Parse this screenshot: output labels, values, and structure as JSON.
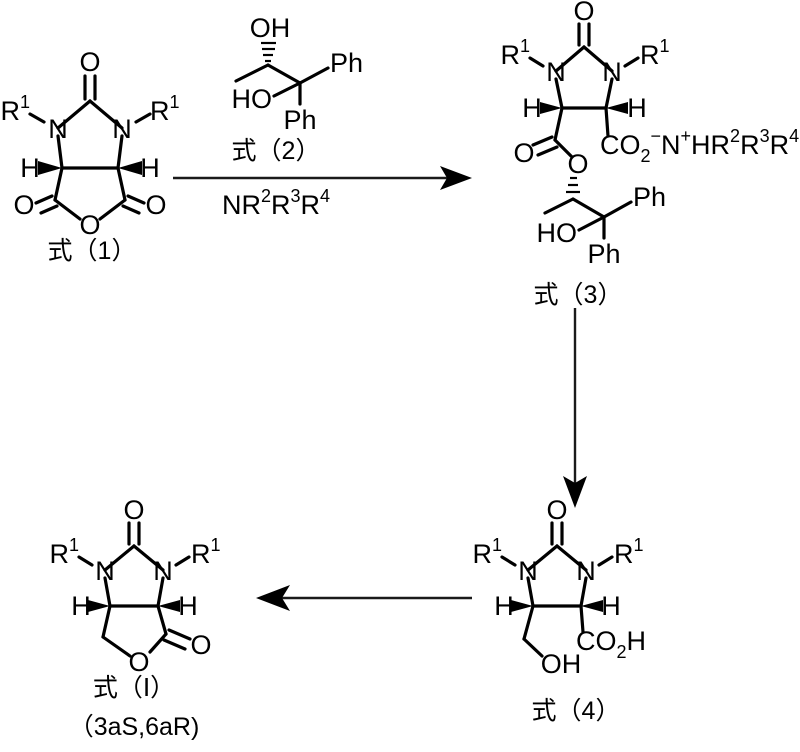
{
  "scheme": {
    "title": "Synthesis scheme for (3aS,6aR) bicyclic lactone",
    "background_color": "#ffffff",
    "line_color": "#000000"
  },
  "structures": {
    "formula1": {
      "caption": "式（1）",
      "name": "bicyclic imidazolidinone anhydride",
      "labels": {
        "r1_left": "R",
        "r1_left_sup": "1",
        "r1_right": "R",
        "r1_right_sup": "1",
        "n_left": "N",
        "n_right": "N",
        "h_left": "H",
        "h_right": "H",
        "o_top": "O",
        "o_left": "O",
        "o_right": "O",
        "o_ring": "O"
      }
    },
    "formula2": {
      "caption": "式（2）",
      "name": "chiral diol reagent",
      "labels": {
        "oh_top": "OH",
        "ho_left": "HO",
        "ph_right": "Ph",
        "ph_bottom": "Ph"
      }
    },
    "formula3": {
      "caption": "式（3）",
      "name": "ammonium carboxylate monoester",
      "labels": {
        "r1_left": "R",
        "r1_left_sup": "1",
        "r1_right": "R",
        "r1_right_sup": "1",
        "n_left": "N",
        "n_right": "N",
        "h_left": "H",
        "h_right": "H",
        "o_top": "O",
        "o_ester_dbl": "O",
        "o_ester": "O",
        "carboxylate": "CO",
        "carboxylate_sub": "2",
        "carboxylate_charge": "−",
        "carboxylate_n": "N",
        "carboxylate_n_charge": "+",
        "carboxylate_tail": "HR",
        "carboxylate_r2": "2",
        "carboxylate_r3b": "R",
        "carboxylate_r3": "3",
        "carboxylate_r4b": "R",
        "carboxylate_r4": "4",
        "ho_left": "HO",
        "ph_right": "Ph",
        "ph_bottom": "Ph"
      }
    },
    "formula4": {
      "caption": "式（4）",
      "name": "hydroxymethyl carboxylic acid",
      "labels": {
        "r1_left": "R",
        "r1_left_sup": "1",
        "r1_right": "R",
        "r1_right_sup": "1",
        "n_left": "N",
        "n_right": "N",
        "h_left": "H",
        "h_right": "H",
        "o_top": "O",
        "oh_bottom": "OH",
        "co2h": "CO",
        "co2h_sub": "2",
        "co2h_tail": "H"
      }
    },
    "formulaI": {
      "caption": "式（Ⅰ）",
      "subcaption": "（3aS,6aR)",
      "name": "bicyclic lactone product",
      "labels": {
        "r1_left": "R",
        "r1_left_sup": "1",
        "r1_right": "R",
        "r1_right_sup": "1",
        "n_left": "N",
        "n_right": "N",
        "h_left": "H",
        "h_right": "H",
        "o_top": "O",
        "o_ring": "O",
        "o_carbonyl": "O"
      }
    }
  },
  "arrows": {
    "arrow1": {
      "direction": "right",
      "above_label": "式（2）",
      "below_label": "NR",
      "below_sup2": "2",
      "below_r3": "R",
      "below_sup3": "3",
      "below_r4": "R",
      "below_sup4": "4"
    },
    "arrow2": {
      "direction": "down",
      "above_label": "",
      "below_label": ""
    },
    "arrow3": {
      "direction": "left",
      "above_label": "",
      "below_label": ""
    }
  }
}
